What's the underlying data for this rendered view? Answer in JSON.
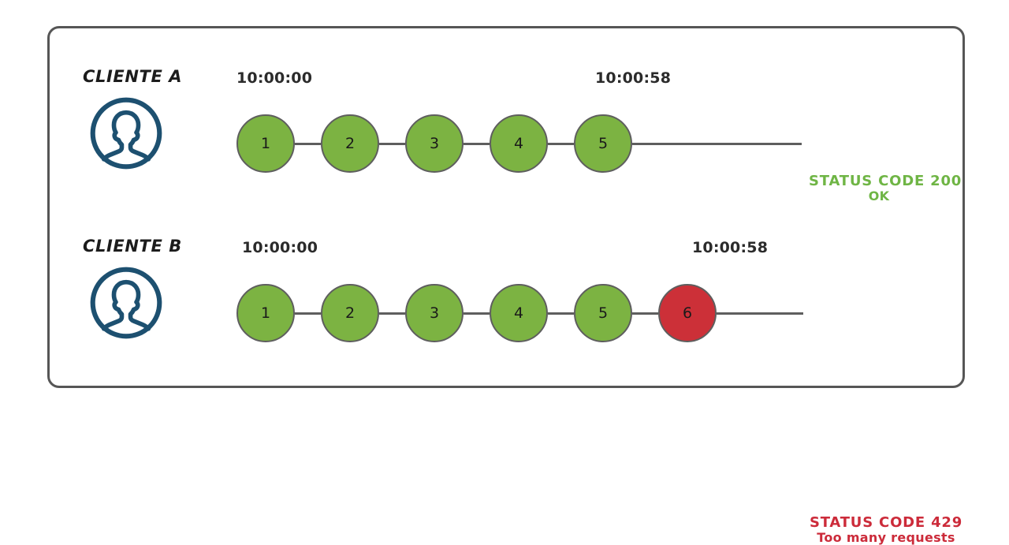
{
  "diagram": {
    "background": "#ffffff",
    "frame_color": "#565656",
    "node_ok_color": "#7CB342",
    "node_fail_color": "#CC3038",
    "avatar_color": "#1D5070",
    "status_ok_color": "#6FB545",
    "status_fail_color": "#CC2B3A"
  },
  "rows": [
    {
      "client_label": "CLIENTE A",
      "avatar_icon": "user-avatar-icon",
      "start_time": "10:00:00",
      "end_time": "10:00:58",
      "nodes": [
        {
          "label": "1",
          "state": "ok"
        },
        {
          "label": "2",
          "state": "ok"
        },
        {
          "label": "3",
          "state": "ok"
        },
        {
          "label": "4",
          "state": "ok"
        },
        {
          "label": "5",
          "state": "ok"
        }
      ],
      "status_code": "STATUS CODE 200",
      "status_message": "OK"
    },
    {
      "client_label": "CLIENTE B",
      "avatar_icon": "user-avatar-icon",
      "start_time": "10:00:00",
      "end_time": "10:00:58",
      "nodes": [
        {
          "label": "1",
          "state": "ok"
        },
        {
          "label": "2",
          "state": "ok"
        },
        {
          "label": "3",
          "state": "ok"
        },
        {
          "label": "4",
          "state": "ok"
        },
        {
          "label": "5",
          "state": "ok"
        },
        {
          "label": "6",
          "state": "fail"
        }
      ],
      "status_code": "STATUS CODE 429",
      "status_message": "Too many requests"
    }
  ]
}
